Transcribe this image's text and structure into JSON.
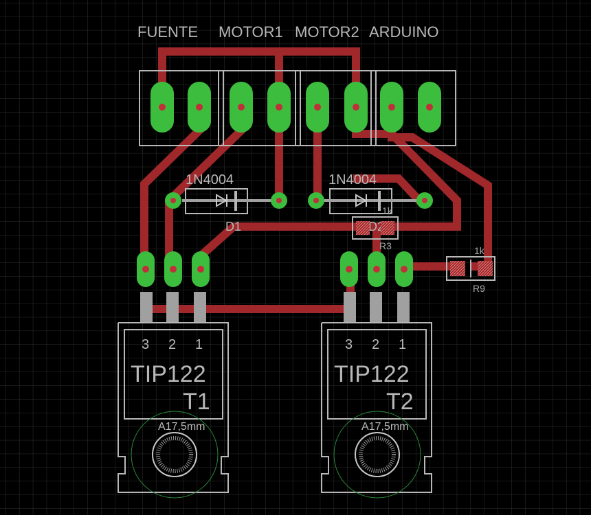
{
  "header_labels": {
    "fuente": "FUENTE",
    "motor1": "MOTOR1",
    "motor2": "MOTOR2",
    "arduino": "ARDUINO"
  },
  "diodes": [
    {
      "value": "1N4004",
      "name": "D1"
    },
    {
      "value": "1N4004",
      "name": "D2"
    }
  ],
  "resistors": [
    {
      "value": "1k",
      "name": "R3"
    },
    {
      "value": "1k",
      "name": "R9"
    }
  ],
  "transistors": [
    {
      "part": "TIP122",
      "name": "T1",
      "pins": [
        "3",
        "2",
        "1"
      ],
      "hole_label": "A17,5mm"
    },
    {
      "part": "TIP122",
      "name": "T2",
      "pins": [
        "3",
        "2",
        "1"
      ],
      "hole_label": "A17,5mm"
    }
  ],
  "colors": {
    "background": "#000000",
    "grid": "#2f2f2f",
    "trace": "#a0282b",
    "pad": "#3dbd3d",
    "pad_hole": "#c0303a",
    "silkscreen": "#b8b8b8",
    "via_ring": "#2a8a3a"
  }
}
